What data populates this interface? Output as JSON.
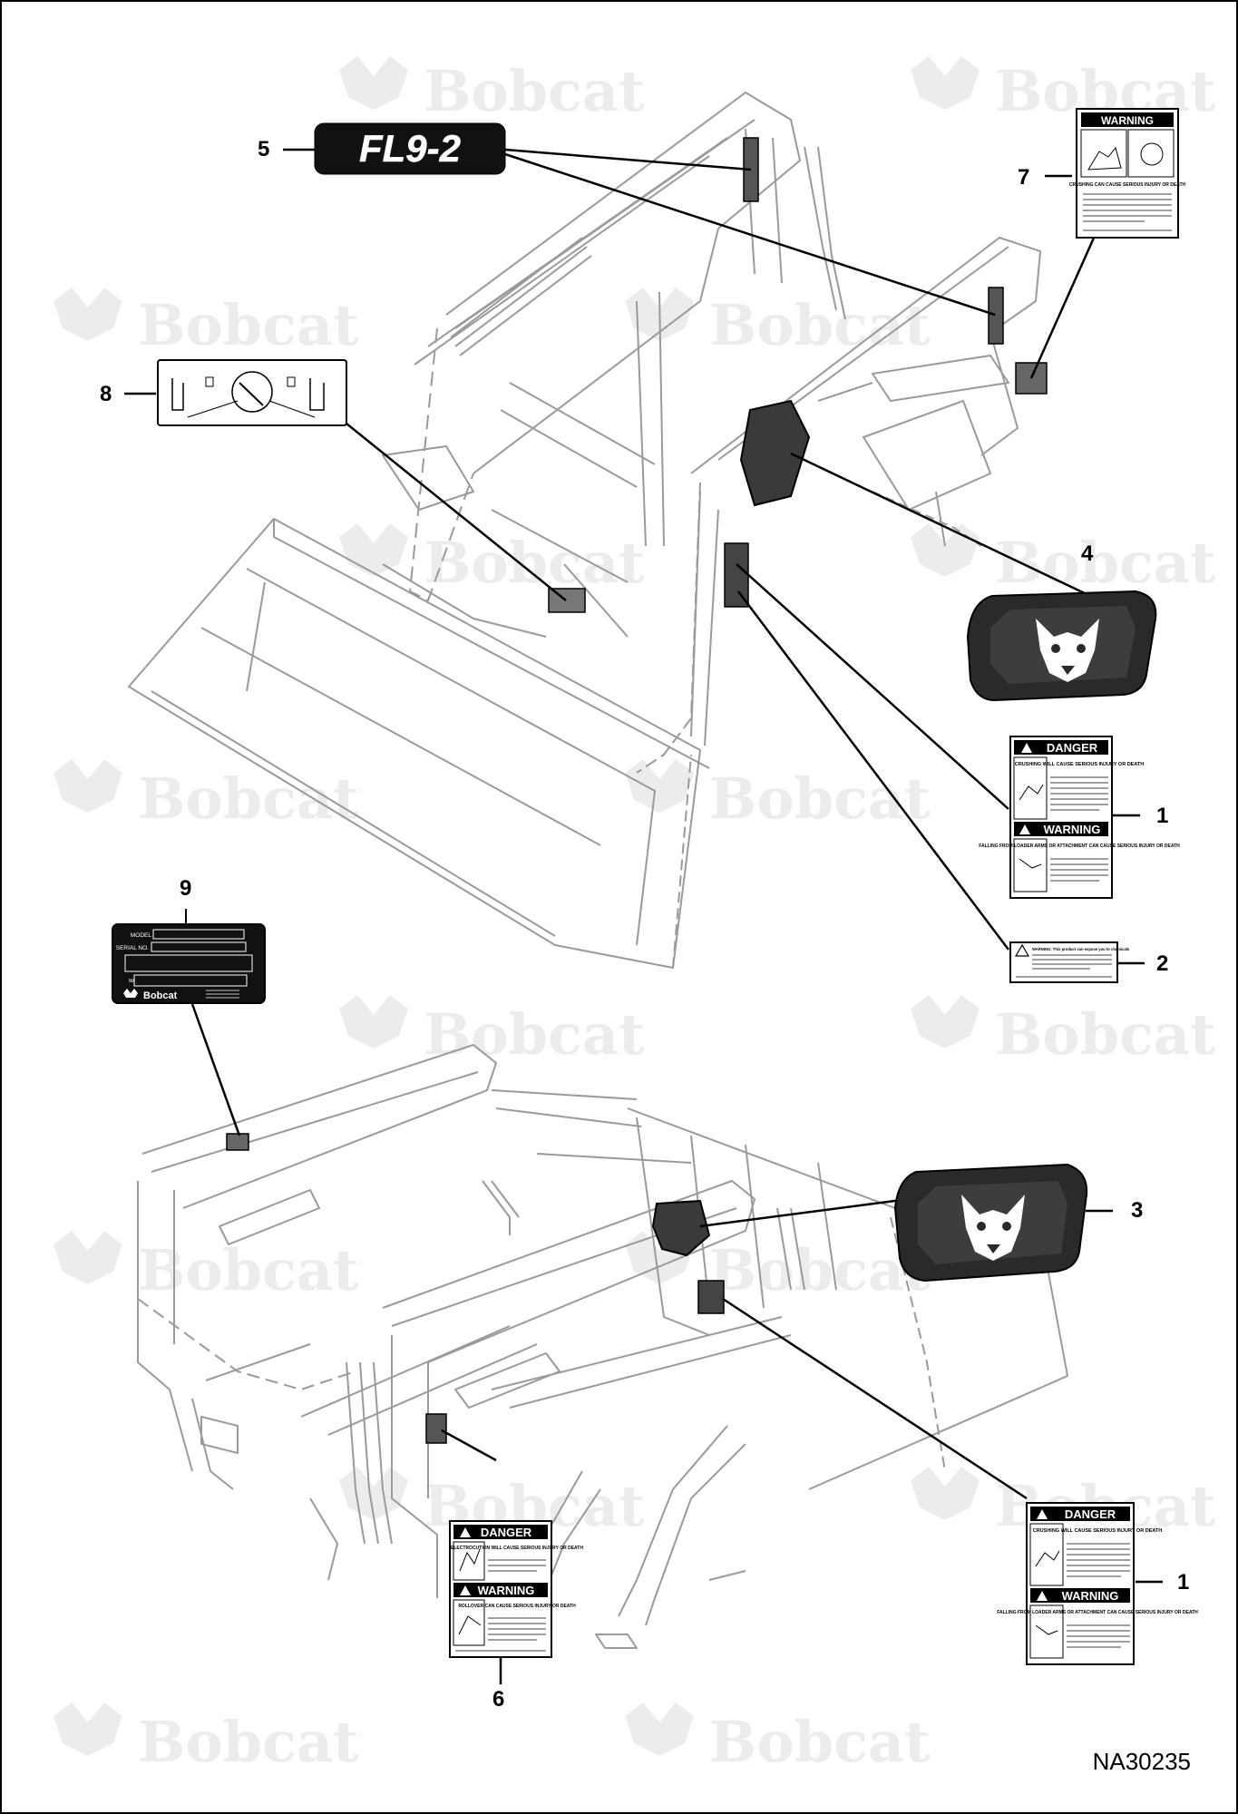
{
  "figure_id": "NA30235",
  "watermark_text": "Bobcat",
  "callouts": {
    "c1a": "1",
    "c1b": "1",
    "c2": "2",
    "c3": "3",
    "c4": "4",
    "c5": "5",
    "c6": "6",
    "c7": "7",
    "c8": "8",
    "c9": "9"
  },
  "decals": {
    "model_decal_text": "FL9-2",
    "warning_header": "WARNING",
    "warning_7_title": "CRUSHING CAN CAUSE SERIOUS INJURY OR DEATH",
    "danger_header": "DANGER",
    "danger_1_title": "CRUSHING WILL CAUSE SERIOUS INJURY OR DEATH",
    "warning_1_title": "FALLING FROM LOADER ARMS OR ATTACHMENT CAN CAUSE SERIOUS INJURY OR DEATH",
    "warning_2_text": "WARNING: This product can expose you to chemicals",
    "danger_6_title": "ELECTROCUTION WILL CAUSE SERIOUS INJURY OR DEATH",
    "warning_6_title": "ROLLOVER CAN CAUSE SERIOUS INJURY OR DEATH",
    "serial_plate_model": "MODEL",
    "serial_plate_serial": "SERIAL NO.",
    "serial_plate_made_in": "MADE IN",
    "serial_plate_brand": "Bobcat"
  },
  "colors": {
    "line": "#000000",
    "machine": "#9a9a9a",
    "watermark": "#ebebeb",
    "decal_dark": "#2a2a2a"
  }
}
